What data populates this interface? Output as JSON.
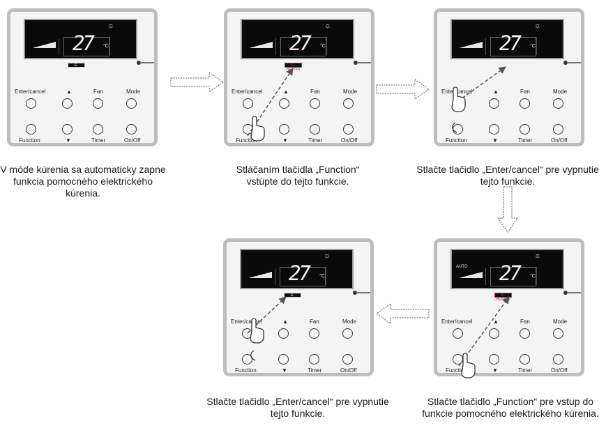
{
  "display": {
    "temperature": "27",
    "unit": "°C",
    "tag": "E-HEATER",
    "auto": "AUTO",
    "sun": "☼"
  },
  "buttons": {
    "enter_cancel": "Enter/cancel",
    "up": "▲",
    "fan": "Fan",
    "mode": "Mode",
    "function": "Function",
    "down": "▼",
    "timer": "Timer",
    "on_off": "On/Off"
  },
  "captions": [
    "V móde kúrenia sa automaticky zapne funkcia pomocného elektrického kúrenia.",
    "Stláčaním tlačidla „Function“ vstúpte do tejto funkcie.",
    "Stlačte tlačidlo „Enter/cancel“ pre vypnutie tejto funkcie.",
    "Stlačte tlačidlo „Enter/cancel“ pre vypnutie tejto funkcie.",
    "Stlačte tlačidlo „Function“ pre vstup do funkcie pomocného elektrického kúrenia."
  ],
  "highlight_color": "#e0282e"
}
